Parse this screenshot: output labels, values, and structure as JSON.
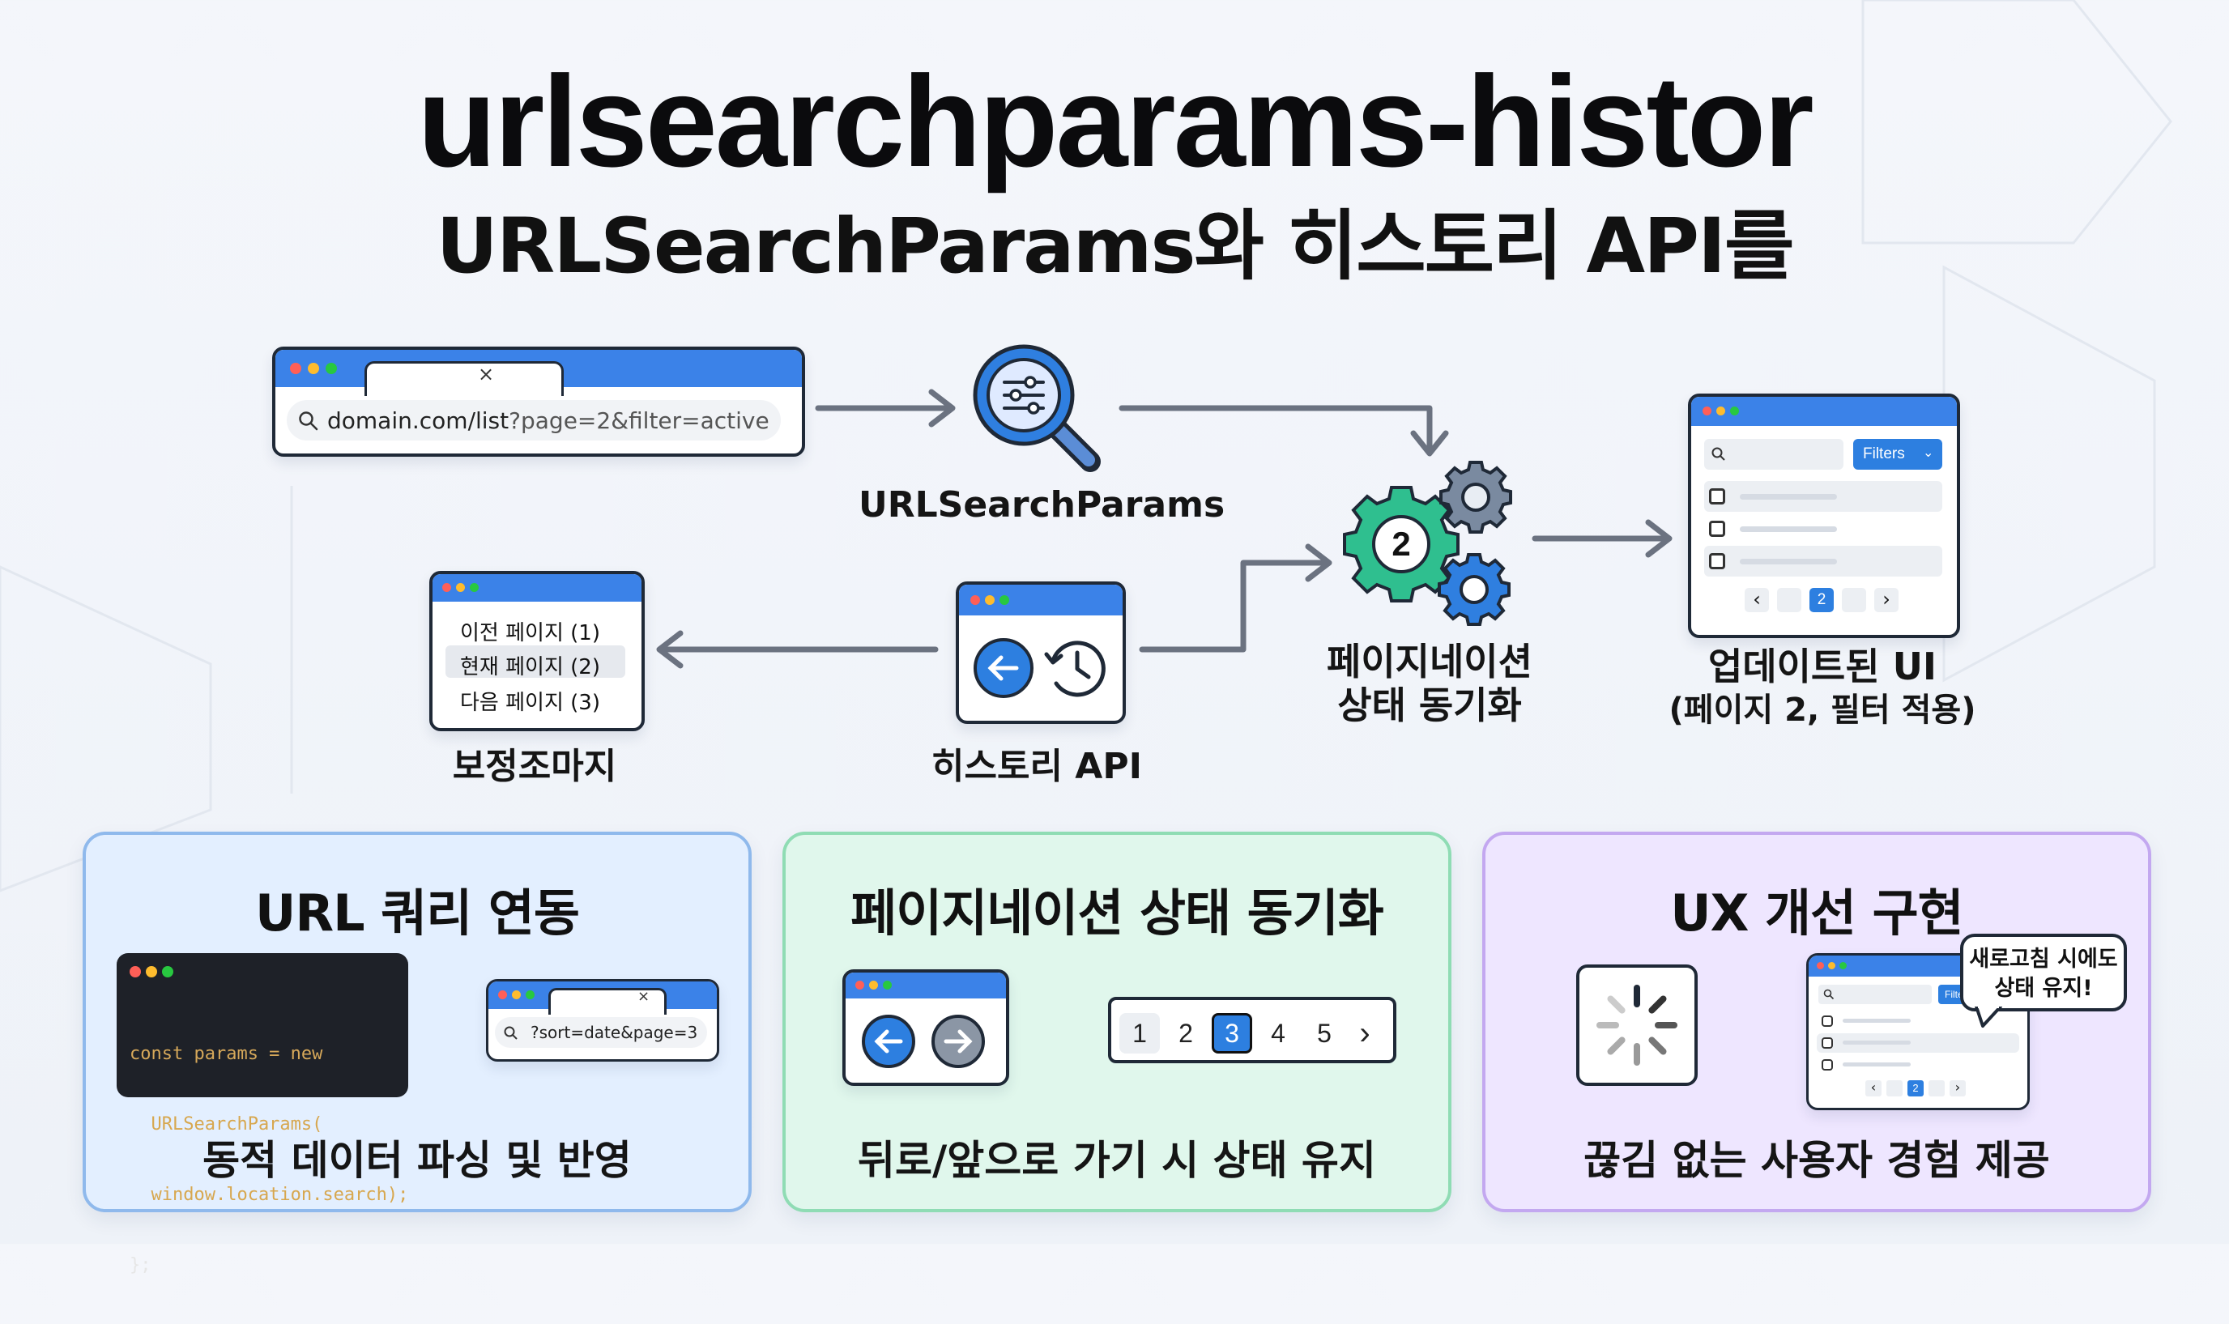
{
  "title": "urlsearchparams-histor",
  "subtitle": "URLSearchParams와 히스토리 API를",
  "top_browser": {
    "url_domain": "domain.com/list",
    "url_query": "?page=2&filter=active",
    "tab_close": "×"
  },
  "nodes": {
    "urlsearchparams_label": "URLSearchParams",
    "sync_label_line1": "페이지네이션",
    "sync_label_line2": "상태 동기화",
    "sync_badge": "2",
    "updated_label_line1": "업데이트된 UI",
    "updated_label_line2": "(페이지 2, 필터 적용)",
    "history_label": "히스토리 API",
    "bojeong_label": "보정조마지"
  },
  "updated_ui": {
    "filters_button": "Filters",
    "active_page": "2",
    "prev": "‹",
    "next": "›"
  },
  "page_list": {
    "items": [
      "이전 페이지 (1)",
      "현재 페이지 (2)",
      "다음 페이지 (3)"
    ]
  },
  "cards": {
    "url_query": {
      "title": "URL 쿼리 연동",
      "footer": "동적 데이터 파싱 및 반영",
      "code_line1_kw": "const params = new",
      "code_line2": "  URLSearchParams(",
      "code_line3": "  window.location.search);",
      "code_line4": "};",
      "mini_url": "?sort=date&page=3",
      "tab_close": "×"
    },
    "pagination": {
      "title": "페이지네이션 상태 동기화",
      "footer": "뒤로/앞으로 가기 시 상태 유지",
      "pages": [
        "1",
        "2",
        "3",
        "4",
        "5"
      ],
      "next": "›"
    },
    "ux": {
      "title": "UX 개선 구현",
      "footer": "끊김 없는 사용자 경험 제공",
      "bubble_line1": "새로고침 시에도",
      "bubble_line2": "상태 유지!",
      "filters_button": "Filte",
      "active_page": "2",
      "prev": "‹",
      "next": "›"
    }
  },
  "colors": {
    "accent_blue": "#3b82e8",
    "gear_green": "#2fbf8f",
    "gear_gray": "#7a8aa0",
    "card_blue_bg": "#e3efff",
    "card_green_bg": "#e0f7ec",
    "card_purple_bg": "#eee6ff"
  }
}
